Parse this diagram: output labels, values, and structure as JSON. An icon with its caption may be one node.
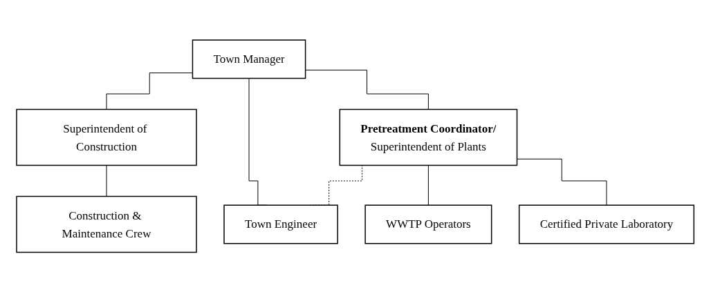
{
  "diagram": {
    "nodes": [
      {
        "text": [
          "Town Manager"
        ]
      },
      {
        "text": [
          "Superintendent of Construction"
        ]
      },
      {
        "text": [
          "Pretreatment Coordinator/",
          "Superintendent of Plants"
        ]
      },
      {
        "text": [
          "Town Engineer"
        ]
      },
      {
        "text": [
          "Construction & Maintenance Crew"
        ]
      },
      {
        "text": [
          "WWTP Operators"
        ]
      },
      {
        "text": [
          "Certified Private Laboratory"
        ]
      }
    ],
    "edges": [
      {
        "from": 0,
        "to": 1,
        "arrow": "none"
      },
      {
        "from": 0,
        "to": 2,
        "arrow": "none"
      },
      {
        "from": 0,
        "to": 3,
        "arrow": "none"
      },
      {
        "from": 2,
        "to": 3,
        "arrow": "none",
        "style": "dashed"
      },
      {
        "from": 1,
        "to": 4,
        "arrow": "none"
      },
      {
        "from": 2,
        "to": 5,
        "arrow": "none"
      },
      {
        "from": 2,
        "to": 6,
        "arrow": "none"
      }
    ]
  }
}
